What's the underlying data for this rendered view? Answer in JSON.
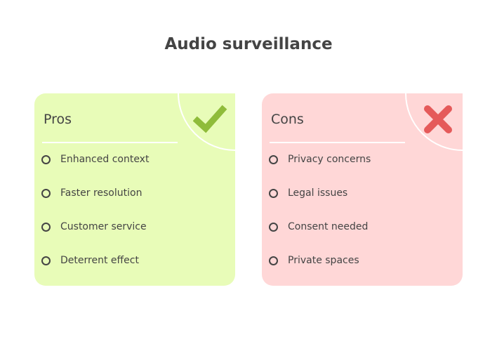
{
  "title": "Audio surveillance",
  "colors": {
    "pros_bg": "#e8fcb8",
    "pros_icon": "#8fbc3a",
    "cons_bg": "#ffd7d7",
    "cons_icon": "#e55a5a"
  },
  "pros": {
    "heading": "Pros",
    "icon": "checkmark-icon",
    "items": [
      "Enhanced context",
      "Faster resolution",
      "Customer service",
      "Deterrent effect"
    ]
  },
  "cons": {
    "heading": "Cons",
    "icon": "x-icon",
    "items": [
      "Privacy concerns",
      "Legal issues",
      "Consent needed",
      "Private spaces"
    ]
  }
}
